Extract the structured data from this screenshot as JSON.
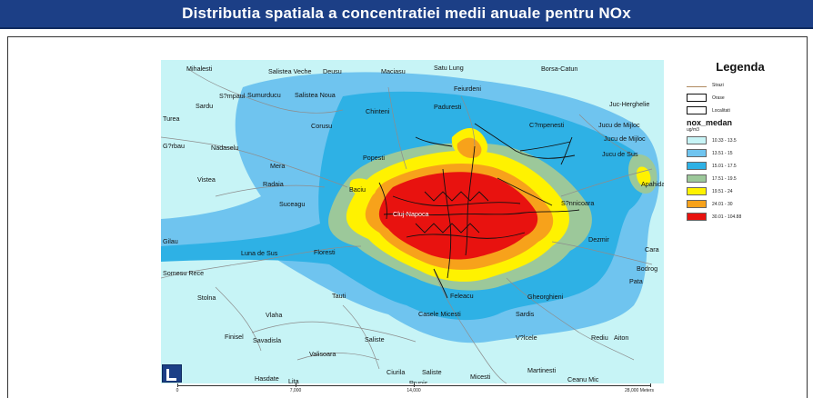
{
  "title": "Distributia spatiala a concentratiei medii anuale pentru NOx",
  "legend": {
    "title": "Legenda",
    "items": [
      {
        "label": "Strazi",
        "kind": "line"
      },
      {
        "label": "Orase",
        "kind": "box"
      },
      {
        "label": "Localitati",
        "kind": "box"
      }
    ],
    "layer_name": "nox_medan",
    "unit": "ug/m3",
    "classes": [
      {
        "label": "10.33 - 13.5",
        "color": "#c7f4f6"
      },
      {
        "label": "13.51 - 15",
        "color": "#6fc4ef"
      },
      {
        "label": "15.01 - 17.5",
        "color": "#2eb1e5"
      },
      {
        "label": "17.51 - 19.5",
        "color": "#9cc89a"
      },
      {
        "label": "19.51 - 24",
        "color": "#fff200"
      },
      {
        "label": "24.01 - 30",
        "color": "#f7a21b"
      },
      {
        "label": "30.01 - 104.88",
        "color": "#e8120f"
      }
    ]
  },
  "places": [
    {
      "name": "Mihalesti"
    },
    {
      "name": "Salistea Veche"
    },
    {
      "name": "Deusu"
    },
    {
      "name": "Maciasu"
    },
    {
      "name": "Satu Lung"
    },
    {
      "name": "Borsa-Catun"
    },
    {
      "name": "Feiurdeni"
    },
    {
      "name": "S?mpaul"
    },
    {
      "name": "Sumurducu"
    },
    {
      "name": "Salistea Noua"
    },
    {
      "name": "Sardu"
    },
    {
      "name": "Paduresti"
    },
    {
      "name": "Chinteni"
    },
    {
      "name": "Juc-Herghelie"
    },
    {
      "name": "Turea"
    },
    {
      "name": "Corusu"
    },
    {
      "name": "C?mpenesti"
    },
    {
      "name": "Jucu de Mijloc"
    },
    {
      "name": "Jucu de Mijloc"
    },
    {
      "name": "G?rbau"
    },
    {
      "name": "Nadaselu"
    },
    {
      "name": "Popesti"
    },
    {
      "name": "Jucu de Sus"
    },
    {
      "name": "Mera"
    },
    {
      "name": "Vistea"
    },
    {
      "name": "Radaia"
    },
    {
      "name": "Baciu"
    },
    {
      "name": "Apahida"
    },
    {
      "name": "Suceagu"
    },
    {
      "name": "S?nnicoara"
    },
    {
      "name": "Cluj-Napoca"
    },
    {
      "name": "Gilau"
    },
    {
      "name": "Dezmir"
    },
    {
      "name": "Luna de Sus"
    },
    {
      "name": "Floresti"
    },
    {
      "name": "Cara"
    },
    {
      "name": "Somesu Rece"
    },
    {
      "name": "Bodrog"
    },
    {
      "name": "Pata"
    },
    {
      "name": "Stolna"
    },
    {
      "name": "Tauti"
    },
    {
      "name": "Feleacu"
    },
    {
      "name": "Gheorghieni"
    },
    {
      "name": "Vlaha"
    },
    {
      "name": "Casele Micesti"
    },
    {
      "name": "Sardis"
    },
    {
      "name": "Finisel"
    },
    {
      "name": "Savadisla"
    },
    {
      "name": "Saliste"
    },
    {
      "name": "V?lcele"
    },
    {
      "name": "Rediu"
    },
    {
      "name": "Aiton"
    },
    {
      "name": "Valisoara"
    },
    {
      "name": "Martinesti"
    },
    {
      "name": "Hasdate"
    },
    {
      "name": "Lita"
    },
    {
      "name": "Ciurila"
    },
    {
      "name": "Saliste"
    },
    {
      "name": "Prunis"
    },
    {
      "name": "Micesti"
    },
    {
      "name": "Ceanu Mic"
    }
  ],
  "scale": {
    "labels": [
      "0",
      "7,000",
      "14,000",
      "28,000 Meters"
    ]
  }
}
